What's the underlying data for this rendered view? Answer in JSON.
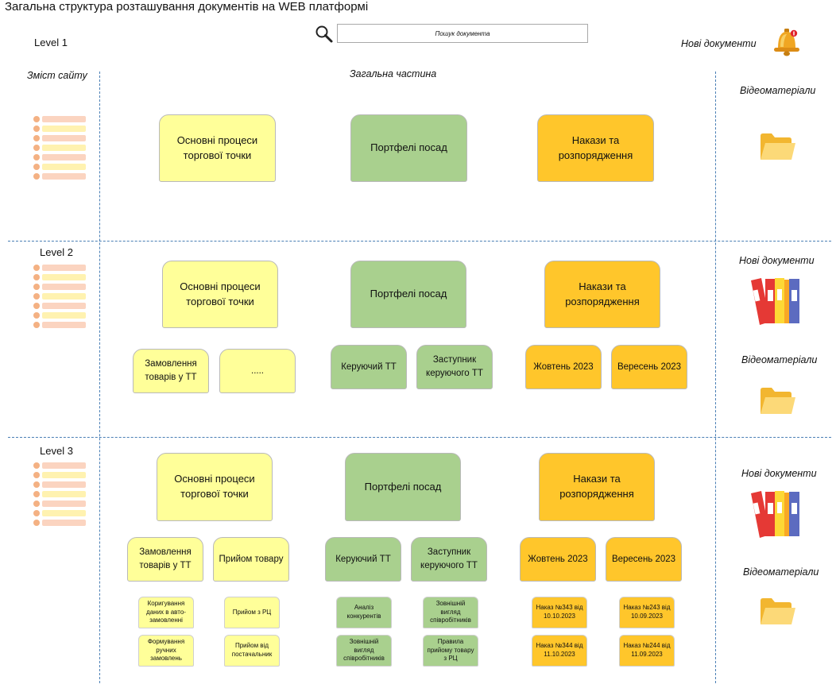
{
  "title": "Загальна структура розташування документів на WEB платформі",
  "search": {
    "placeholder": "Пошук документа"
  },
  "new_docs_header": "Нові документи",
  "columns": {
    "left": "Зміст сайту",
    "center": "Загальна частина"
  },
  "levels": [
    "Level 1",
    "Level 2",
    "Level 3"
  ],
  "right": {
    "l1_video": "Відеоматеріали",
    "l2_new": "Нові документи",
    "l2_video": "Відеоматеріали",
    "l3_new": "Нові документи",
    "l3_video": "Відеоматеріали"
  },
  "main": {
    "processes": "Основні процеси торгової точки",
    "portfolios": "Портфелі посад",
    "orders": "Накази та розпорядження"
  },
  "level2": {
    "order_goods": "Замовлення товарів у ТТ",
    "ellipsis": ".....",
    "manager": "Керуючий ТТ",
    "deputy": "Заступник керуючого ТТ",
    "oct": "Жовтень 2023",
    "sep": "Вересень 2023"
  },
  "level3": {
    "order_goods": "Замовлення товарів у ТТ",
    "receive": "Прийом товару",
    "manager": "Керуючий ТТ",
    "deputy": "Заступник керуючого ТТ",
    "oct": "Жовтень 2023",
    "sep": "Вересень 2023",
    "correct_auto": "Коригування даних в авто-замовленні",
    "manual_orders": "Формування ручних замовлень",
    "from_dc": "Прийом з РЦ",
    "from_supplier": "Прийом від постачальник",
    "competitors": "Аналіз конкурентів",
    "appearance_1": "Зовнішній вигляд співробітників",
    "appearance_2": "Зовнішній вигляд співробітників",
    "rules_dc": "Правила прийому товару з РЦ",
    "order_343": "Наказ №343 від 10.10.2023",
    "order_344": "Наказ №344 від 11.10.2023",
    "order_243": "Наказ №243 від 10.09.2023",
    "order_244": "Наказ №244 від 11.09.2023"
  }
}
